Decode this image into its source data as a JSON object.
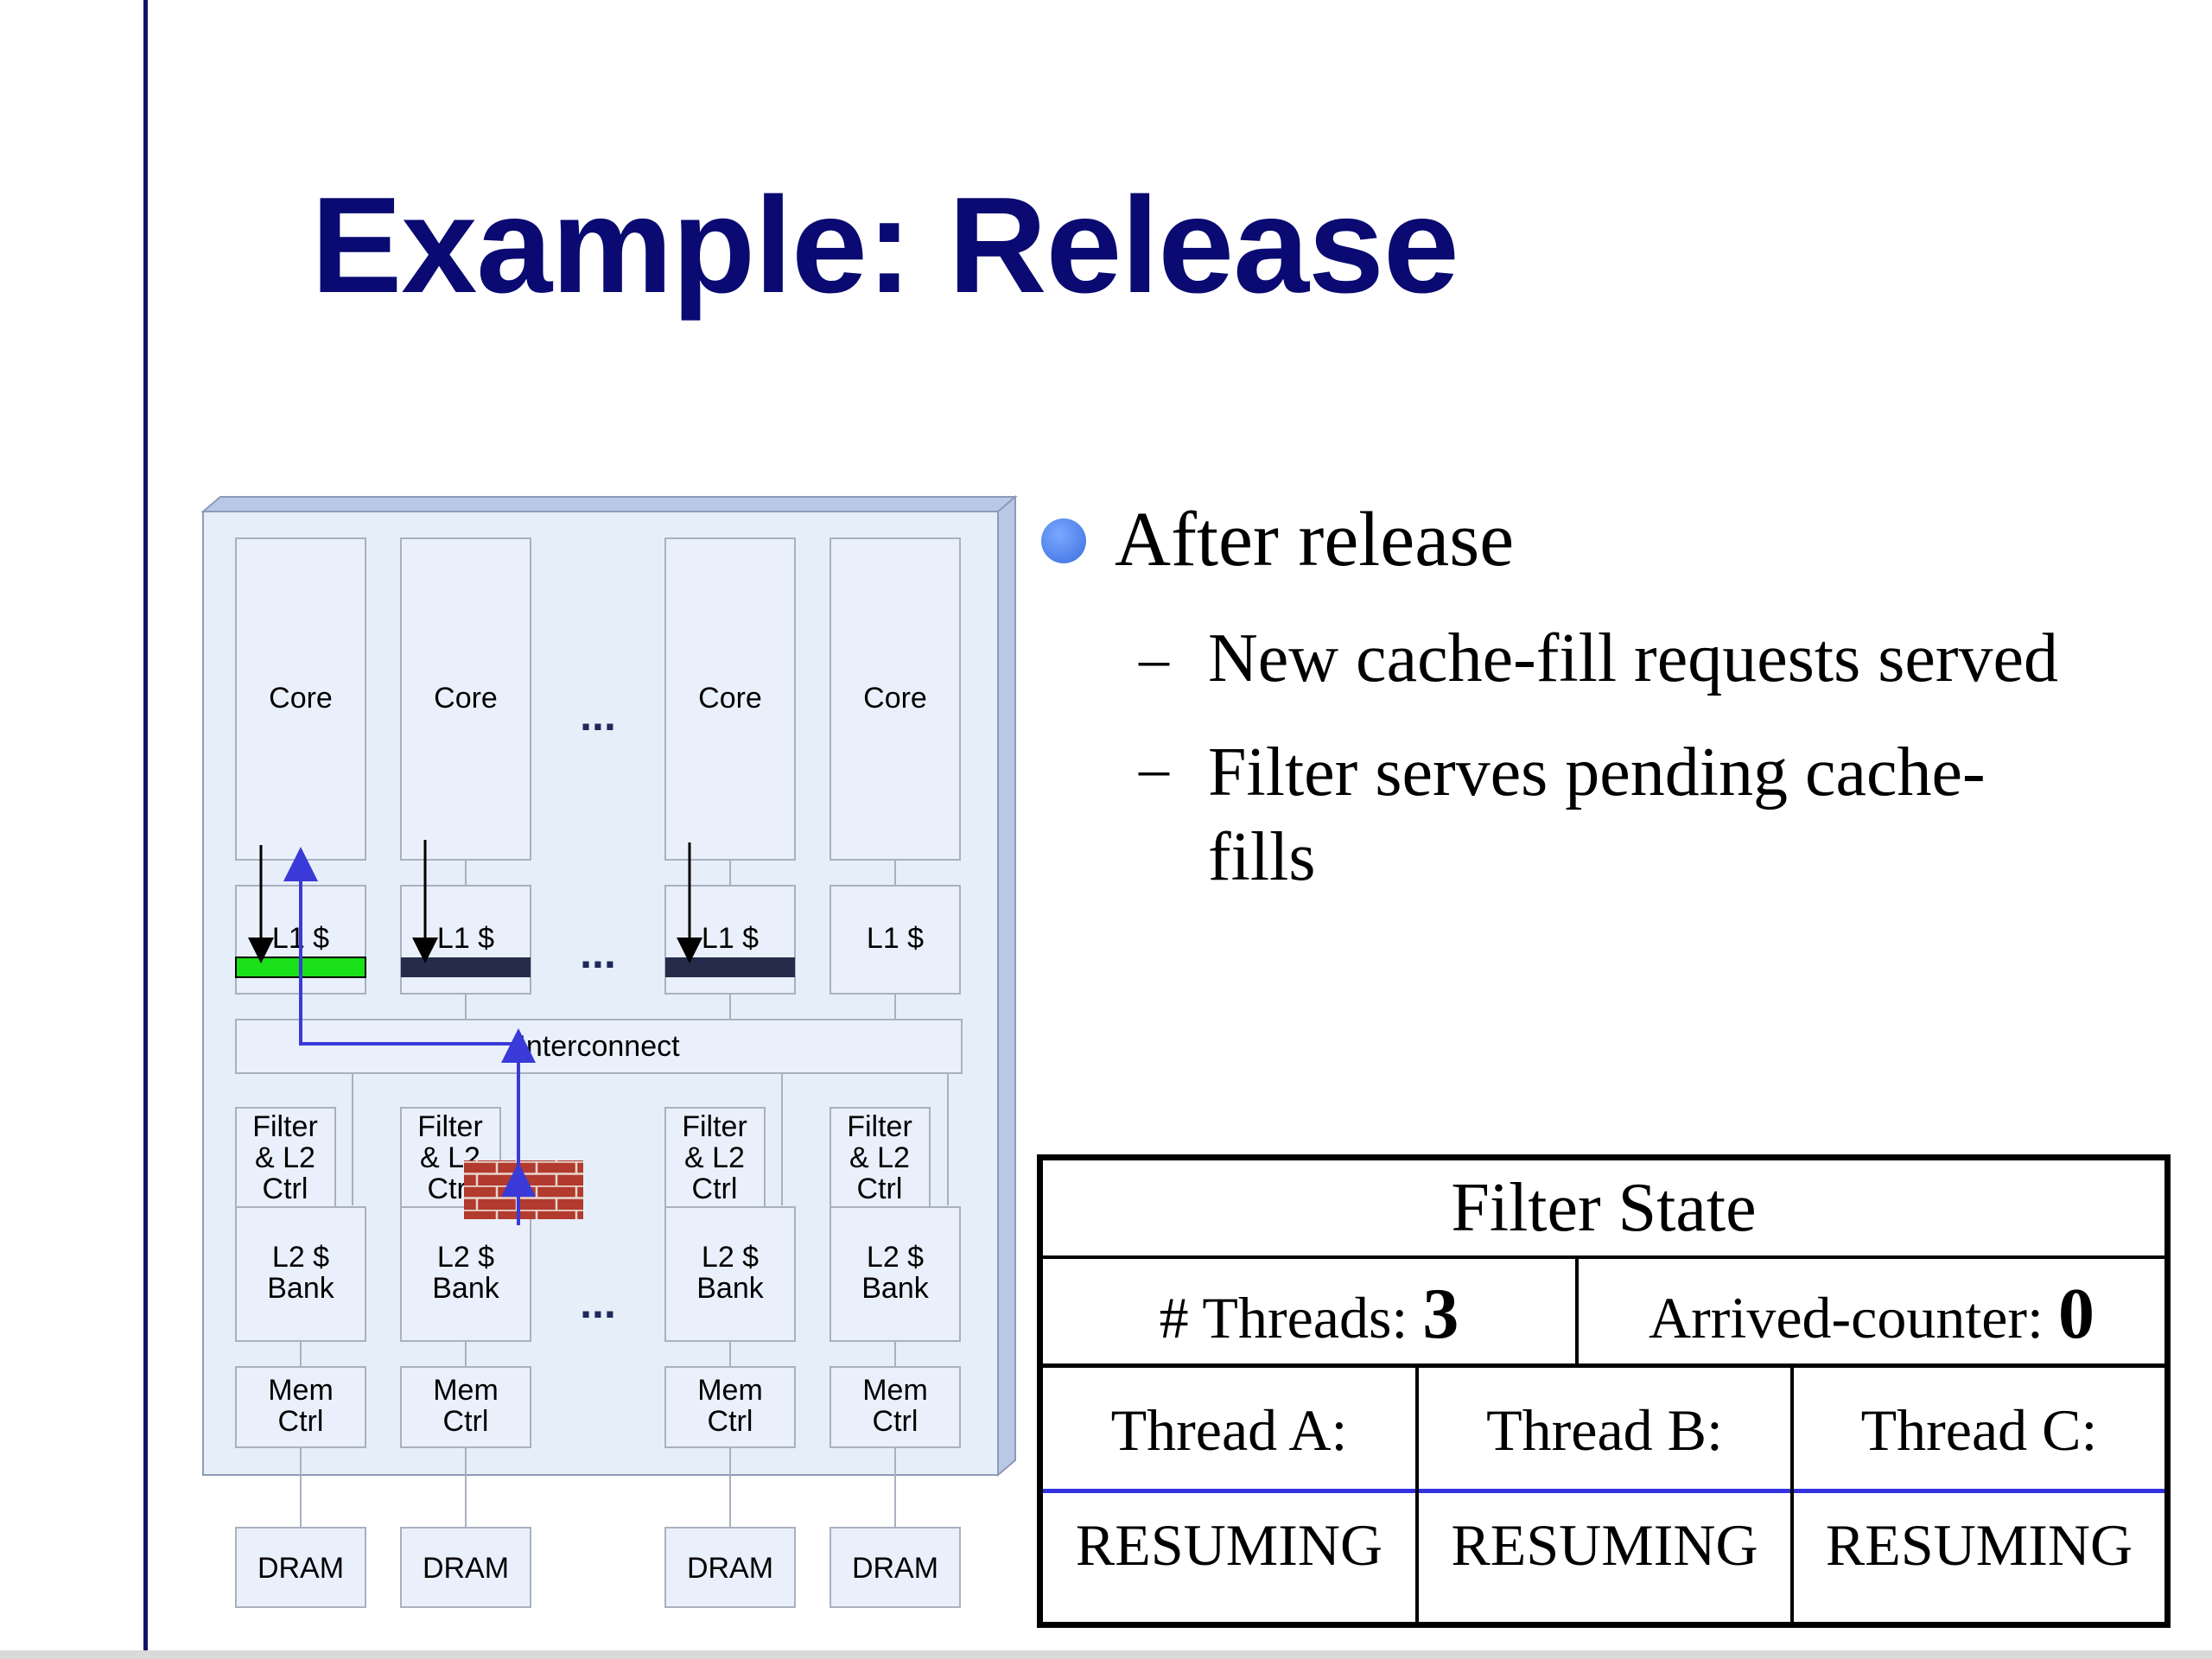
{
  "slide": {
    "title": "Example: Release",
    "bullets": {
      "main": "After release",
      "sub": [
        "New cache-fill requests served",
        "Filter serves pending cache-fills"
      ]
    }
  },
  "diagram": {
    "core_label": "Core",
    "l1_label": "L1 $",
    "interconnect_label": "Interconnect",
    "filter_lines": [
      "Filter",
      "& L2",
      "Ctrl"
    ],
    "l2_lines": [
      "L2 $",
      "Bank"
    ],
    "mem_lines": [
      "Mem",
      "Ctrl"
    ],
    "dram_label": "DRAM",
    "ellipsis": "...",
    "colors": {
      "released_l1_bar": "#19e019",
      "blocked_l1_bar": "#242c4a",
      "request_arrow": "#3a3ad8",
      "brick_wall": "#b23a2e"
    }
  },
  "filter_state": {
    "title": "Filter State",
    "threads_label": "# Threads:",
    "threads_value": "3",
    "arrived_label": "Arrived-counter:",
    "arrived_value": "0",
    "threads": [
      {
        "name": "Thread A:",
        "state": "RESUMING"
      },
      {
        "name": "Thread B:",
        "state": "RESUMING"
      },
      {
        "name": "Thread C:",
        "state": "RESUMING"
      }
    ]
  }
}
